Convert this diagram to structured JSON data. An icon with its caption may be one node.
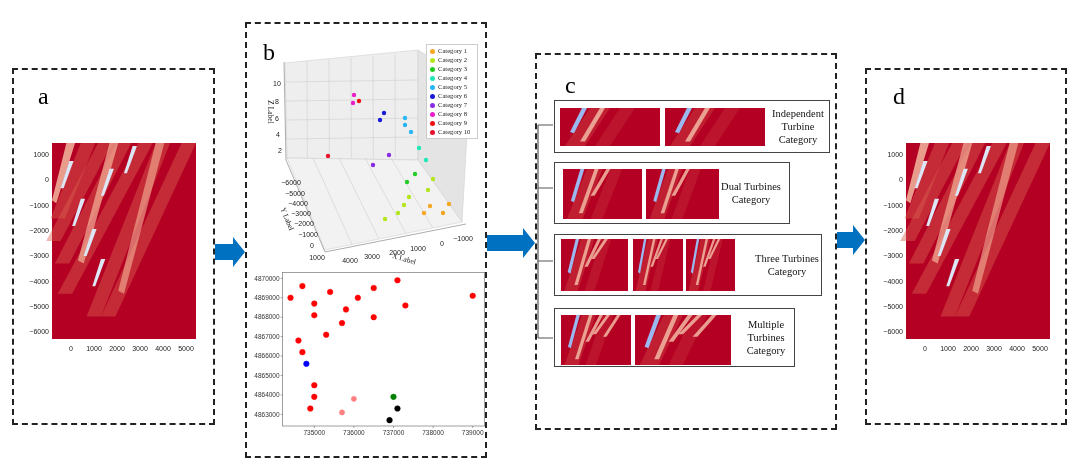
{
  "diagram": {
    "nodes": [
      {
        "text": [
          "a"
        ]
      },
      {
        "text": [
          "b"
        ]
      },
      {
        "text": [
          "c"
        ]
      },
      {
        "text": [
          "d"
        ]
      },
      {
        "text": [
          "Independent Turbine Category"
        ],
        "in": 2
      },
      {
        "text": [
          "Dual Turbines Category"
        ],
        "in": 2
      },
      {
        "text": [
          "Three Turbines Category"
        ],
        "in": 2
      },
      {
        "text": [
          "Multiple Turbines Category"
        ],
        "in": 2
      }
    ],
    "edges": [
      {
        "from": 0,
        "to": 1,
        "arrow": "to"
      },
      {
        "from": 1,
        "to": 2,
        "arrow": "to"
      },
      {
        "from": 2,
        "to": 3,
        "arrow": "to"
      }
    ],
    "labels": [
      "1000",
      "0",
      "−1000",
      "−2000",
      "−3000",
      "−4000",
      "−5000",
      "−6000",
      "0",
      "1000",
      "2000",
      "3000",
      "4000",
      "5000",
      "Z Label",
      "10",
      "8",
      "6",
      "4",
      "2",
      "Y Label",
      "−6000",
      "−5000",
      "−4000",
      "−3000",
      "−2000",
      "−1000",
      "0",
      "1000",
      "X Label",
      "4000",
      "3000",
      "2000",
      "1000",
      "0",
      "−1000",
      "1000",
      "0",
      "−1000",
      "−2000",
      "−3000",
      "−4000",
      "−5000",
      "−6000",
      "0",
      "1000",
      "2000",
      "3000",
      "4000",
      "5000"
    ],
    "legend": [
      {
        "text": "Category 1",
        "color": "#f5a623"
      },
      {
        "text": "Category 2",
        "color": "#b5e61d"
      },
      {
        "text": "Category 3",
        "color": "#22cc22"
      },
      {
        "text": "Category 4",
        "color": "#1de9b6"
      },
      {
        "text": "Category 5",
        "color": "#29b6f6"
      },
      {
        "text": "Category 6",
        "color": "#1a1adb"
      },
      {
        "text": "Category 7",
        "color": "#8a2be2"
      },
      {
        "text": "Category 8",
        "color": "#e91ec8"
      },
      {
        "text": "Category 9",
        "color": "#ee1111"
      },
      {
        "text": "Category 10",
        "color": "#e8112d"
      }
    ],
    "chart_data": {
      "type": "scatter",
      "xlim": [
        734200,
        739300
      ],
      "ylim": [
        4862400,
        4870300
      ],
      "xticks": [
        {
          "value": 735000,
          "label": "735000"
        },
        {
          "value": 736000,
          "label": "736000"
        },
        {
          "value": 737000,
          "label": "737000"
        },
        {
          "value": 738000,
          "label": "738000"
        },
        {
          "value": 739000,
          "label": "739000"
        }
      ],
      "yticks": [
        {
          "value": 4863000,
          "label": "4863000"
        },
        {
          "value": 4864000,
          "label": "4864000"
        },
        {
          "value": 4865000,
          "label": "4865000"
        },
        {
          "value": 4866000,
          "label": "4866000"
        },
        {
          "value": 4867000,
          "label": "4867000"
        },
        {
          "value": 4868000,
          "label": "4868000"
        },
        {
          "value": 4869000,
          "label": "4869000"
        },
        {
          "value": 4870000,
          "label": "4870000"
        }
      ],
      "series": [
        {
          "color": "#ff0000",
          "x": [
            734400,
            734700,
            735400,
            735000,
            735000,
            734600,
            734700,
            735300,
            735700,
            735800,
            736100,
            736500,
            737100,
            736500,
            737300,
            739000,
            735000,
            735000,
            734900
          ],
          "values": [
            4869000,
            4869600,
            4869300,
            4868700,
            4868100,
            4866800,
            4866200,
            4867100,
            4867700,
            4868400,
            4869000,
            4869500,
            4869900,
            4868000,
            4868600,
            4869100,
            4864500,
            4863900,
            4863300
          ]
        },
        {
          "color": "#ff8080",
          "x": [
            736000,
            735700
          ],
          "values": [
            4863800,
            4863100
          ]
        },
        {
          "color": "#0000ff",
          "x": [
            734800
          ],
          "values": [
            4865600
          ]
        },
        {
          "color": "#008000",
          "x": [
            737000
          ],
          "values": [
            4863900
          ]
        },
        {
          "color": "#000000",
          "x": [
            737100,
            736900
          ],
          "values": [
            4863300,
            4862700
          ]
        }
      ]
    }
  }
}
